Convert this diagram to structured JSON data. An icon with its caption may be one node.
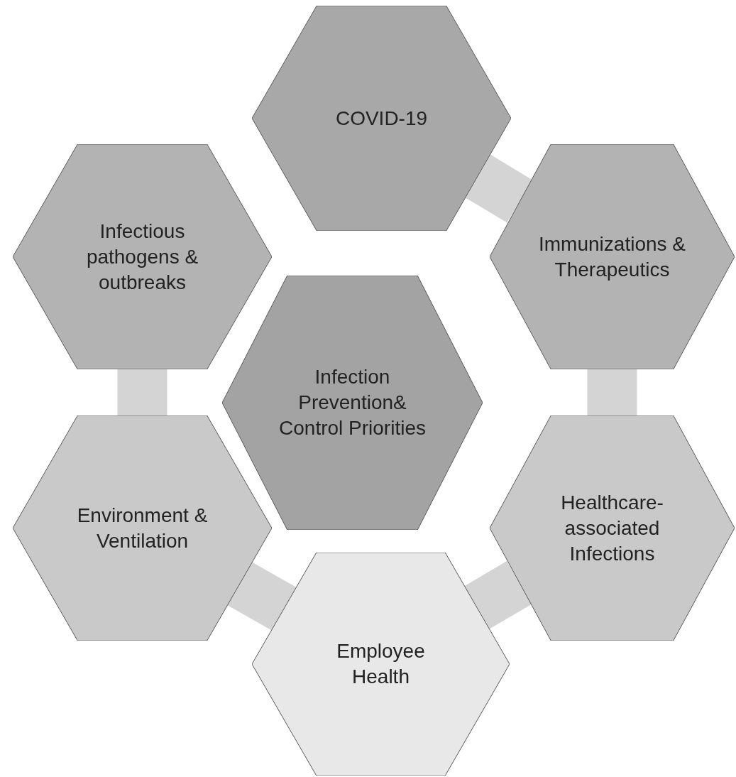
{
  "diagram": {
    "nodes": [
      {
        "text": [
          "COVID-19"
        ]
      },
      {
        "text": [
          "Immunizations & Therapeutics"
        ]
      },
      {
        "text": [
          "Infectious pathogens & outbreaks"
        ]
      },
      {
        "text": [
          "Infection Prevention& Control Priorities"
        ]
      },
      {
        "text": [
          "Healthcare-associated Infections"
        ]
      },
      {
        "text": [
          "Environment & Ventilation"
        ]
      },
      {
        "text": [
          "Employee Health"
        ]
      }
    ],
    "edges": [
      {
        "from": 0,
        "to": 1,
        "arrow": "none"
      },
      {
        "from": 1,
        "to": 4,
        "arrow": "none"
      },
      {
        "from": 4,
        "to": 6,
        "arrow": "none"
      },
      {
        "from": 6,
        "to": 5,
        "arrow": "none"
      },
      {
        "from": 5,
        "to": 2,
        "arrow": "none"
      }
    ]
  }
}
